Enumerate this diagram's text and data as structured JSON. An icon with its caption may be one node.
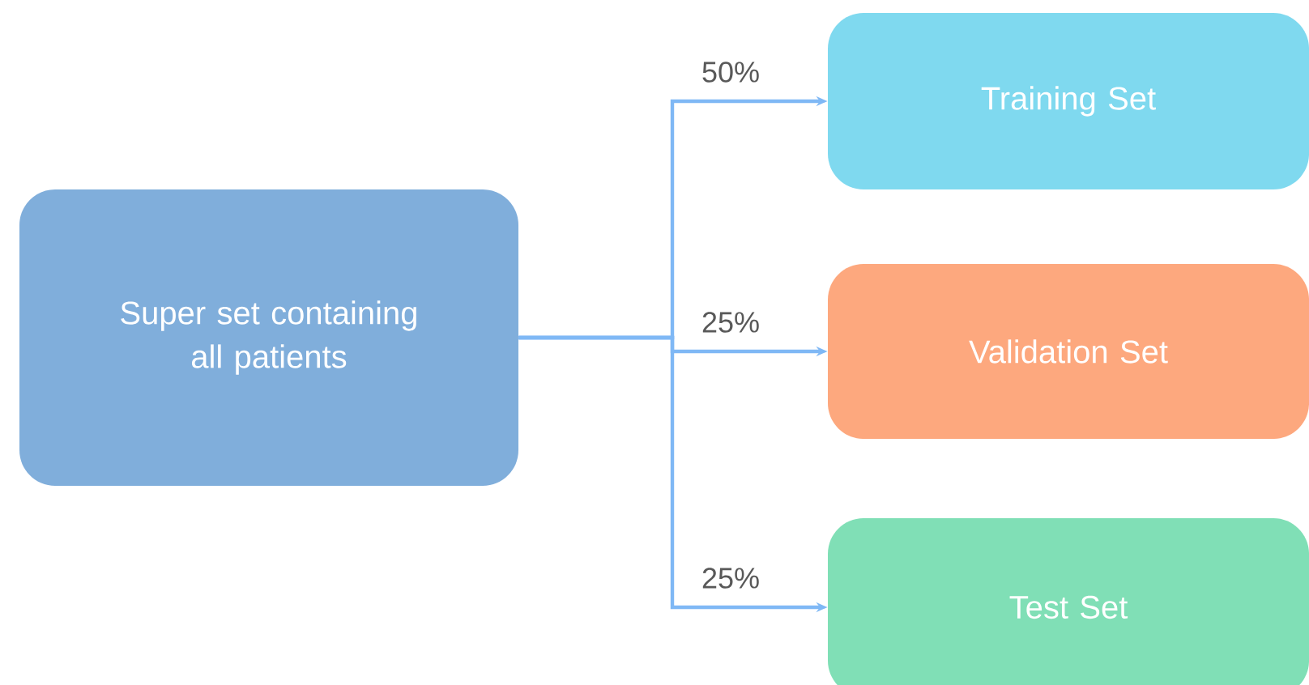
{
  "diagram": {
    "nodes": [
      {
        "text": [
          "Super set containing all patients"
        ]
      },
      {
        "text": [
          "Training Set"
        ]
      },
      {
        "text": [
          "Validation Set"
        ]
      },
      {
        "text": [
          "Test Set"
        ]
      }
    ],
    "edges": [
      {
        "from": 0,
        "to": 1,
        "arrow": "to",
        "label": "50%"
      },
      {
        "from": 0,
        "to": 2,
        "arrow": "to",
        "label": "25%"
      },
      {
        "from": 0,
        "to": 3,
        "arrow": "to",
        "label": "25%"
      }
    ]
  }
}
